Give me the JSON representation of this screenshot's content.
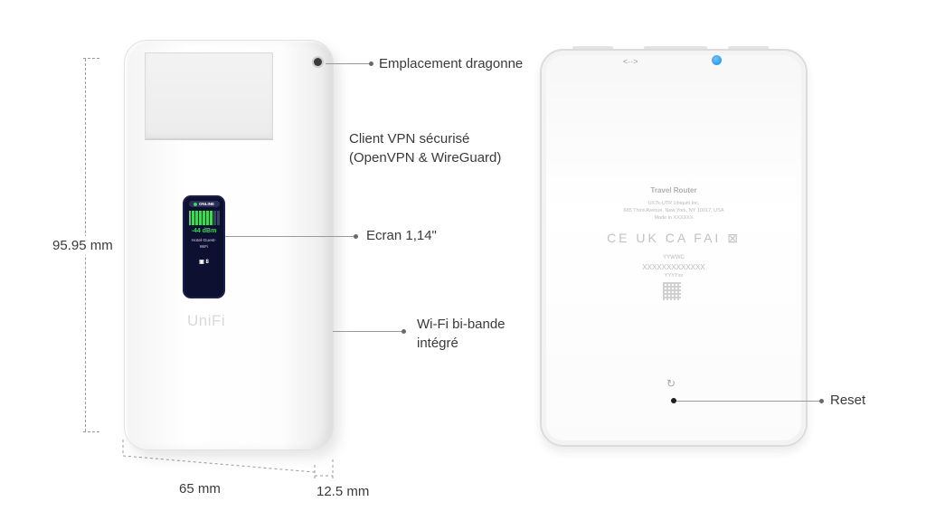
{
  "callouts": {
    "lanyard": "Emplacement dragonne",
    "vpn_line1": "Client VPN sécurisé",
    "vpn_line2": "(OpenVPN & WireGuard)",
    "screen": "Ecran 1,14\"",
    "wifi_line1": "Wi-Fi bi-bande",
    "wifi_line2": "intégré",
    "reset": "Reset"
  },
  "dimensions": {
    "height": "95.95 mm",
    "width": "65 mm",
    "depth": "12.5 mm"
  },
  "front_device": {
    "logo": "UniFi",
    "screen": {
      "status": "ONLINE",
      "signal_bars_on": 7,
      "signal_bars_total": 9,
      "signal": "-44 dBm",
      "ssid_line1": "Hotel-Guest-",
      "ssid_line2": "WiFi",
      "clients": "8"
    }
  },
  "back_device": {
    "label_title": "Travel Router",
    "label_model": "UX7k-UTR     Ubiquiti Inc.",
    "label_address": "685 Third Avenue, New York, NY 10017, USA",
    "label_made_in": "Made in XXXXXX",
    "cert_marks": "CE UK CA FAI ⊠",
    "label_yywwc": "YYWWC",
    "label_serial": "XXXXXXXXXXXXX",
    "label_yyyy": "YYYYxx"
  },
  "colors": {
    "screen_bg": "#0d1030",
    "signal_green": "#46d35c",
    "globe_blue": "#1a8be0"
  }
}
